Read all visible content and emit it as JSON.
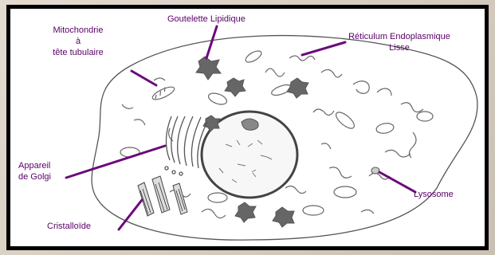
{
  "labels": {
    "mitochondrie": [
      "Mitochondrie",
      "à",
      "tête tubulaire"
    ],
    "goutelette": "Goutelette Lipidique",
    "reticulum": [
      "Réticulum Endoplasmique",
      "Lisse"
    ],
    "appareil": [
      "Appareil",
      "de Golgi"
    ],
    "lysosome": "Lysosome",
    "cristalloide": "Cristalloïde"
  },
  "colors": {
    "leader": "#6a0a7a",
    "label": "#5a0068",
    "drawing": "#555555",
    "lipid": "#666666"
  }
}
